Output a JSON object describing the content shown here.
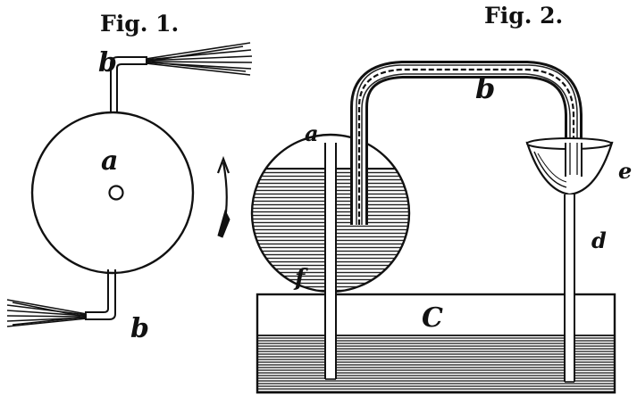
{
  "figures": {
    "fig1": {
      "caption": "Fig. 1.",
      "labels": {
        "disc": "a",
        "tube_top": "b",
        "tube_bottom": "b"
      }
    },
    "fig2": {
      "caption": "Fig. 2.",
      "labels": {
        "vessel": "a",
        "siphon": "b",
        "trough": "C",
        "funnel_stem": "d",
        "funnel": "e",
        "left_tube": "f"
      }
    }
  },
  "colors": {
    "ink": "#111111",
    "paper": "#ffffff"
  }
}
